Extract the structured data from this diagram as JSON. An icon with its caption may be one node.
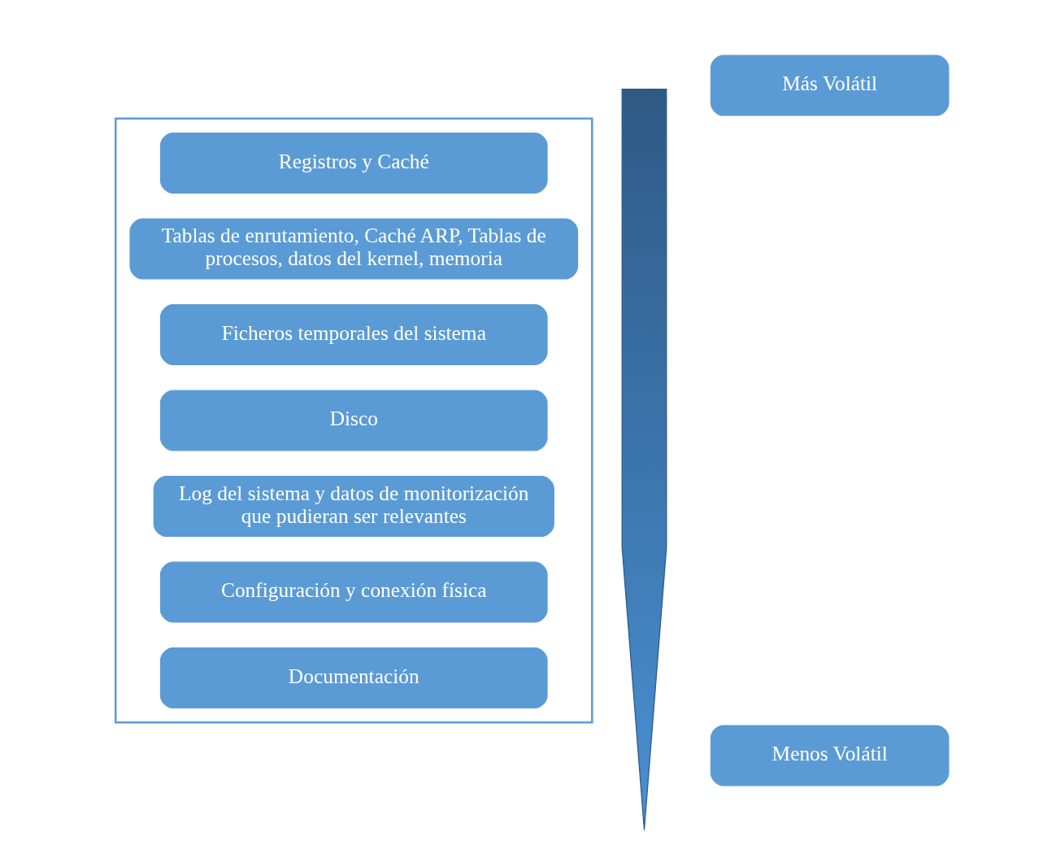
{
  "diagram": {
    "nodes": [
      {
        "text": [],
        "shape": "box"
      },
      {
        "text": [
          "Registros y Caché"
        ],
        "in": 0
      },
      {
        "text": [
          "Tablas de enrutamiento, Caché ARP, Tablas de procesos, datos del kernel, memoria"
        ],
        "in": 0
      },
      {
        "text": [
          "Ficheros temporales del sistema"
        ],
        "in": 0
      },
      {
        "text": [
          "Disco"
        ],
        "in": 0
      },
      {
        "text": [
          "Log del sistema y datos de monitorización que pudieran ser relevantes"
        ],
        "in": 0
      },
      {
        "text": [
          "Configuración y conexión física"
        ],
        "in": 0
      },
      {
        "text": [
          "Documentación"
        ],
        "in": 0
      },
      {
        "text": [],
        "shape": "arrow"
      },
      {
        "text": [
          "Más Volátil"
        ]
      },
      {
        "text": [
          "Menos Volátil"
        ]
      }
    ]
  }
}
